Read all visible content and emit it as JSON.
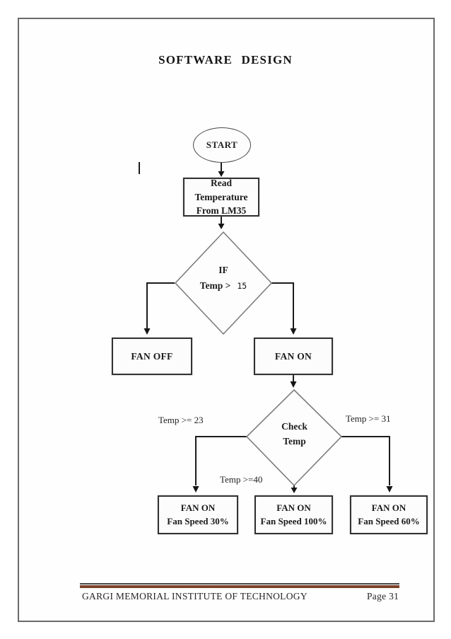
{
  "colors": {
    "footer_rule_brown": "#7d4228",
    "page_border_gray": "#6a6a6a",
    "connector_line": "#1c1c1c",
    "diamond_stroke": "#7d7d7d"
  },
  "page": {
    "title": "SOFTWARE DESIGN",
    "footer": {
      "institution": "GARGI MEMORIAL INSTITUTE OF TECHNOLOGY",
      "page_label": "Page 31"
    }
  },
  "flowchart": {
    "start_label": "START",
    "read_box": {
      "line1": "Read Temperature",
      "line2": "From LM35"
    },
    "if_diamond": {
      "line1": "IF",
      "line2": "Temp >",
      "value": "15"
    },
    "fan_off_label": "FAN OFF",
    "fan_on_label": "FAN ON",
    "check_diamond": {
      "line1": "Check",
      "line2": "Temp"
    },
    "edge_labels": {
      "left": "Temp >= 23",
      "right": "Temp >= 31",
      "bottom": "Temp >=40"
    },
    "outputs": [
      {
        "line1": "FAN ON",
        "line2": "Fan Speed 30%"
      },
      {
        "line1": "FAN ON",
        "line2": "Fan Speed 100%"
      },
      {
        "line1": "FAN ON",
        "line2": "Fan Speed 60%"
      }
    ]
  }
}
